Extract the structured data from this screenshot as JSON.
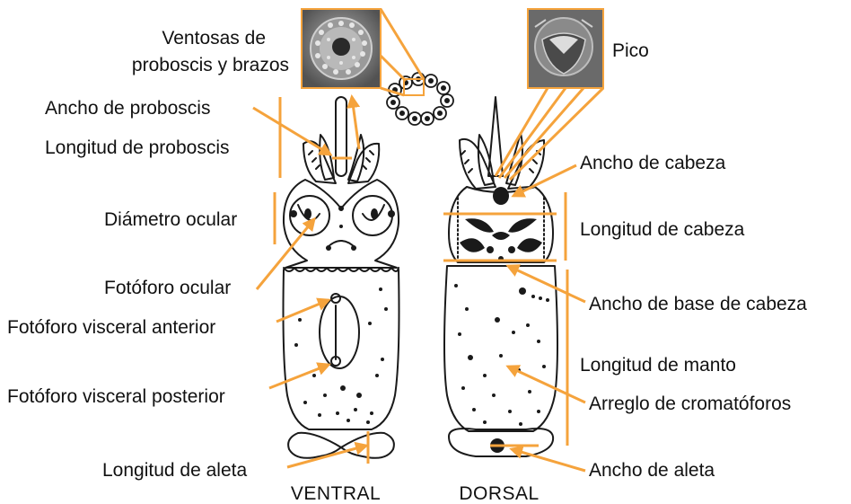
{
  "accent_color": "#f5a33c",
  "ink_color": "#1a1a1a",
  "views": {
    "ventral": "VENTRAL",
    "dorsal": "DORSAL"
  },
  "labels": {
    "ventosas_line1": "Ventosas de",
    "ventosas_line2": "proboscis y brazos",
    "pico": "Pico",
    "ancho_proboscis": "Ancho de proboscis",
    "longitud_proboscis": "Longitud de proboscis",
    "diametro_ocular": "Diámetro ocular",
    "fotoforo_ocular": "Fotóforo ocular",
    "fotoforo_visceral_anterior": "Fotóforo visceral anterior",
    "fotoforo_visceral_posterior": "Fotóforo visceral posterior",
    "longitud_aleta": "Longitud de aleta",
    "ancho_cabeza": "Ancho de cabeza",
    "longitud_cabeza": "Longitud de cabeza",
    "ancho_base_cabeza": "Ancho de base de cabeza",
    "longitud_manto": "Longitud de manto",
    "arreglo_cromatoforos": "Arreglo de cromatóforos",
    "ancho_aleta": "Ancho de aleta"
  },
  "icons": {
    "ventosa_photo": "sucker-micrograph",
    "pico_photo": "beak-micrograph"
  }
}
